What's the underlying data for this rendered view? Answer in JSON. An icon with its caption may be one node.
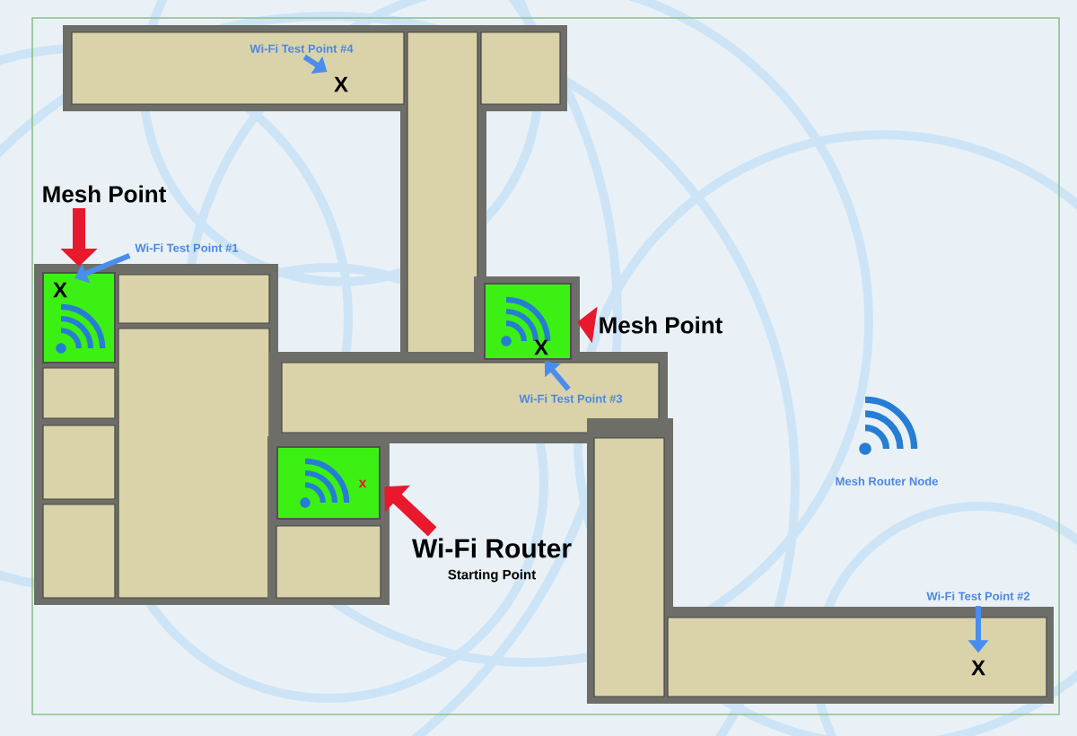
{
  "diagram": {
    "nodes": [
      {
        "text": [
          "Wi-Fi Test Point #4"
        ]
      },
      {
        "text": [
          "X"
        ]
      },
      {
        "text": [
          "Mesh Point"
        ]
      },
      {
        "text": [
          "Wi-Fi Test Point #1"
        ]
      },
      {
        "text": [],
        "shape": "box"
      },
      {
        "text": [
          "X"
        ],
        "in": 4
      },
      {
        "text": [],
        "shape": "box"
      },
      {
        "text": [
          "X"
        ],
        "in": 6
      },
      {
        "text": [
          "Mesh Point"
        ]
      },
      {
        "text": [
          "Wi-Fi Test Point #3"
        ]
      },
      {
        "text": [],
        "shape": "box"
      },
      {
        "text": [
          "x"
        ],
        "in": 10
      },
      {
        "text": [
          "Wi-Fi Router",
          "Starting Point"
        ]
      },
      {
        "text": [
          "Wi-Fi Test Point #2"
        ]
      },
      {
        "text": [
          "X"
        ]
      }
    ],
    "edges": [
      {
        "from": 0,
        "to": 1,
        "arrow": "to"
      },
      {
        "from": 2,
        "to": 4,
        "arrow": "to",
        "style": "thick",
        "color": "#e8192c"
      },
      {
        "from": 3,
        "to": 5,
        "arrow": "to"
      },
      {
        "from": 8,
        "to": 6,
        "arrow": "to",
        "style": "thick",
        "color": "#e8192c"
      },
      {
        "from": 9,
        "to": 7,
        "arrow": "to"
      },
      {
        "from": 12,
        "to": 10,
        "arrow": "to",
        "style": "thick",
        "color": "#e8192c"
      },
      {
        "from": 13,
        "to": 14,
        "arrow": "to"
      }
    ],
    "labels": [
      "Mesh Router Node"
    ]
  }
}
